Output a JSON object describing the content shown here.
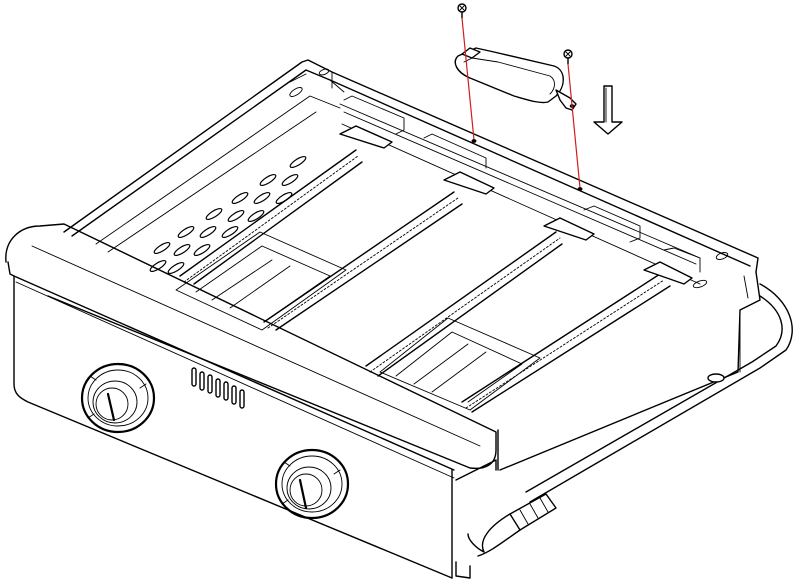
{
  "figure": {
    "subject": "gas-grill-assembly",
    "step": "attach-bracket-with-two-screws",
    "parts": {
      "screw_count": 2,
      "burner_count": 4,
      "control_knob_count": 2,
      "vent_slot_count": 7
    },
    "colors": {
      "line": "#000000",
      "guide_line": "#d21c1c",
      "background": "#ffffff"
    },
    "icons": [
      "screw-icon",
      "down-arrow-icon",
      "control-knob-icon",
      "bracket-icon"
    ]
  }
}
